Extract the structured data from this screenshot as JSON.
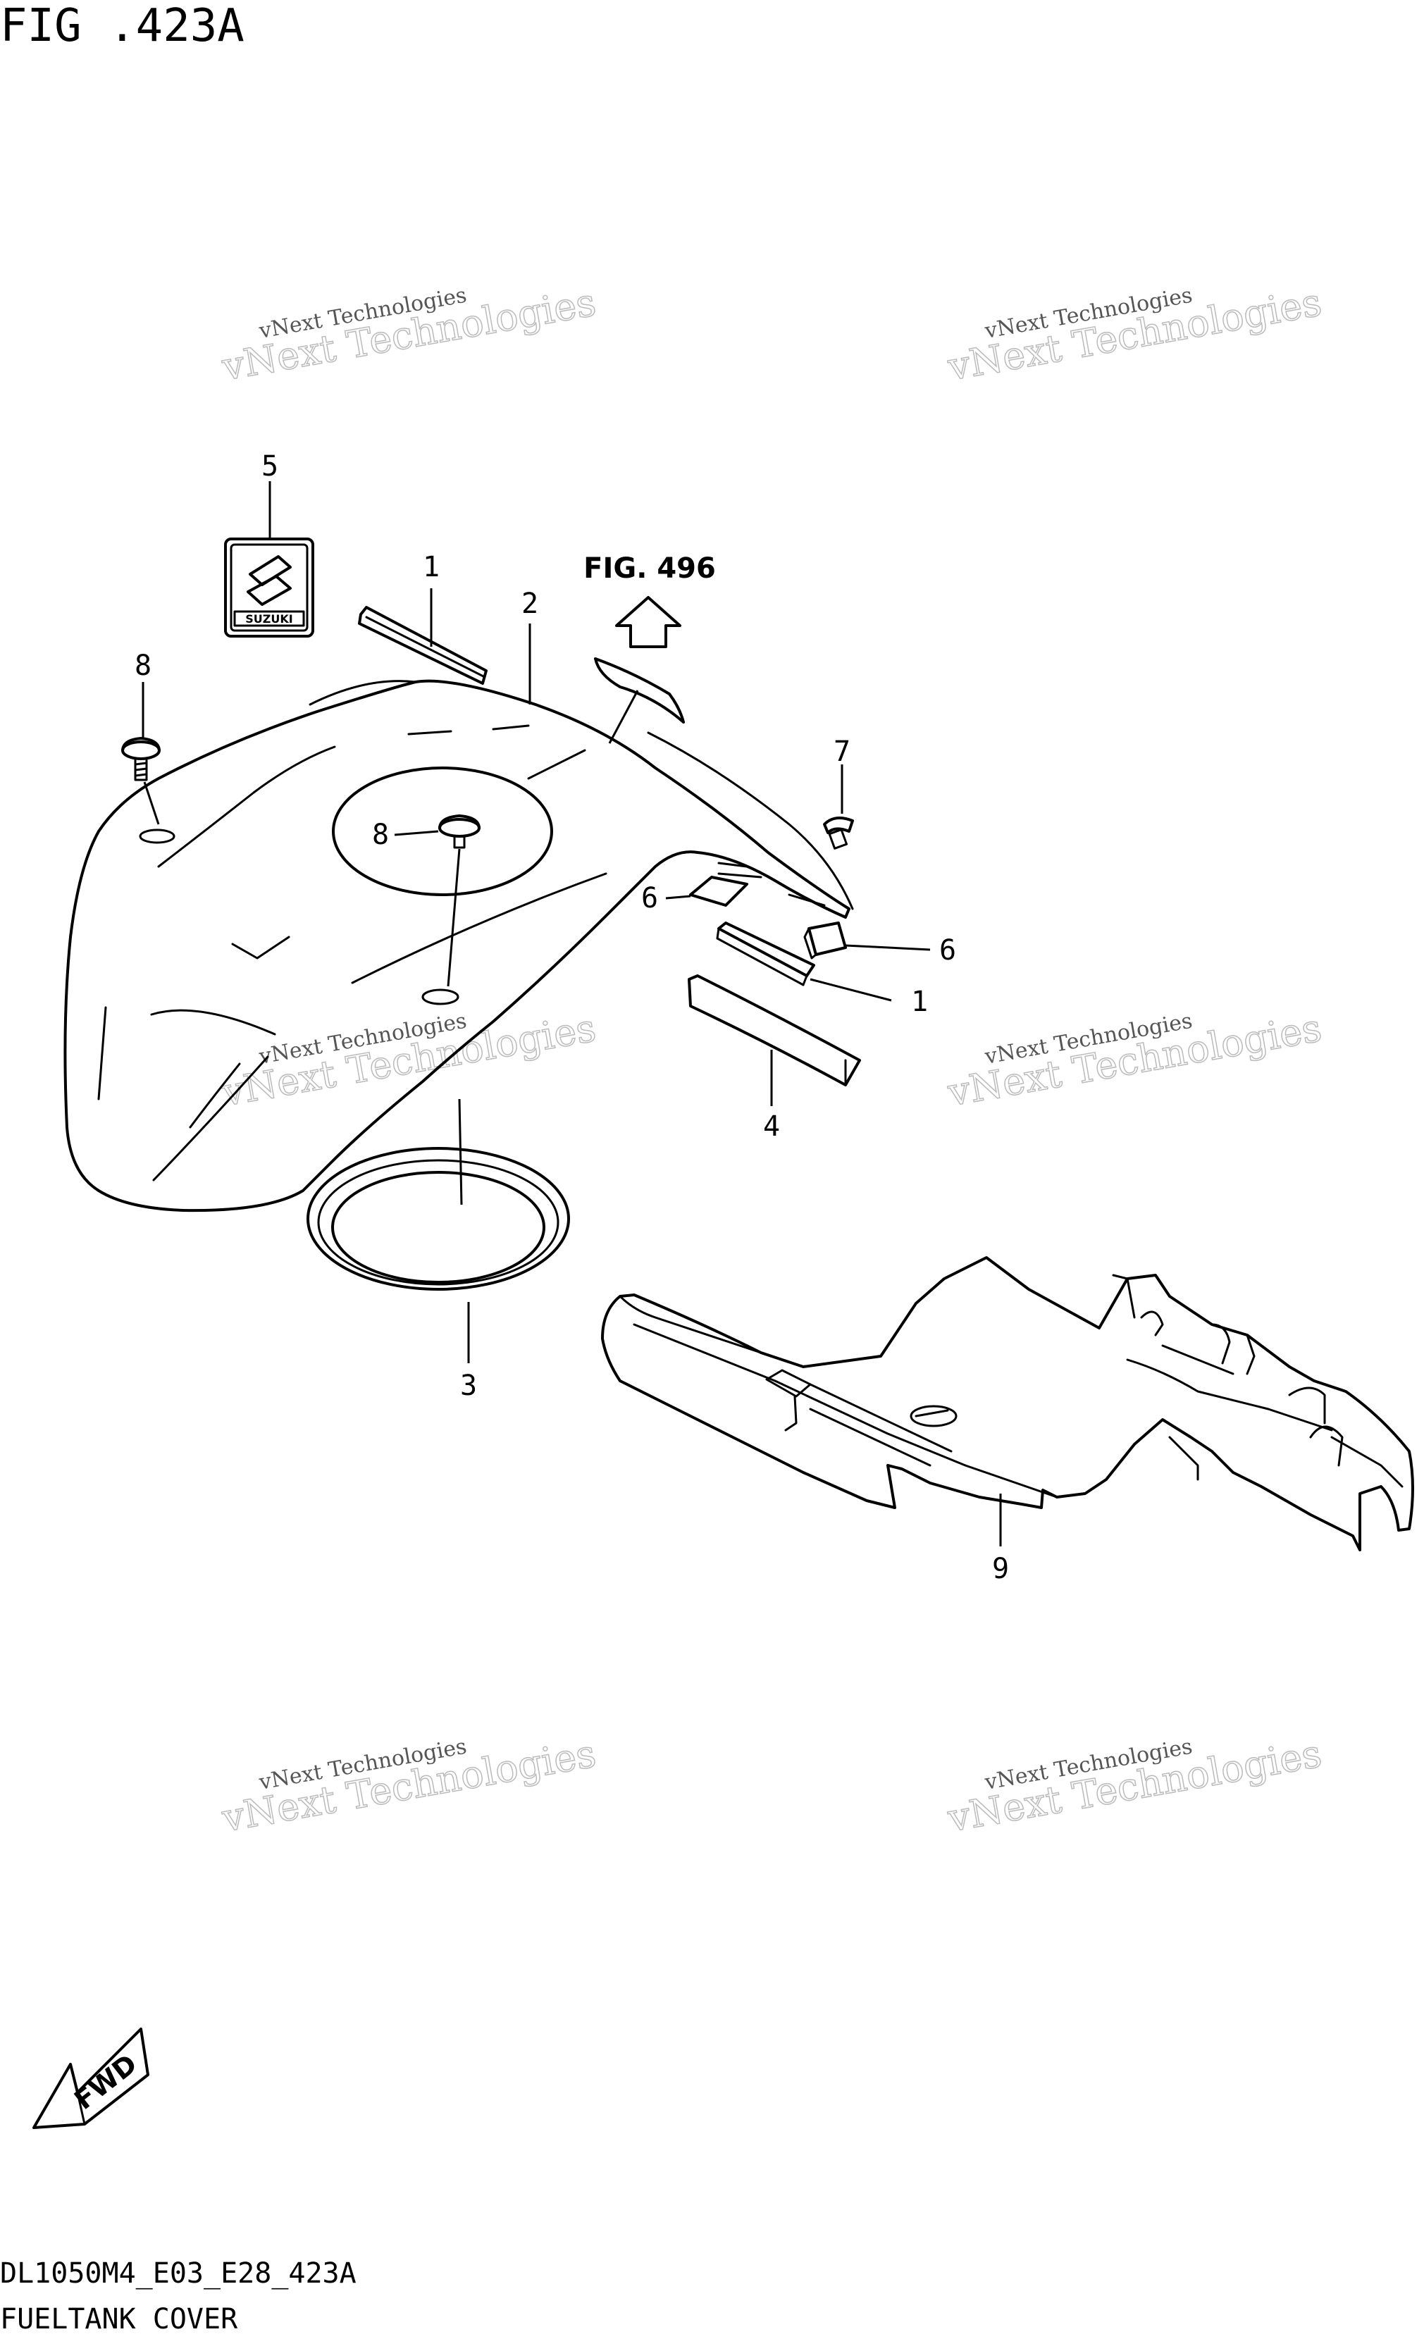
{
  "figure": {
    "title": "FIG .423A",
    "reference_label": "FIG. 496",
    "model_code": "DL1050M4_E03_E28_423A",
    "caption": "FUELTANK COVER",
    "direction_label": "FWD",
    "logo_text": "SUZUKI"
  },
  "callouts": [
    "5",
    "1",
    "2",
    "8",
    "7",
    "8",
    "6",
    "6",
    "1",
    "4",
    "3",
    "9"
  ],
  "watermarks": [
    {
      "line1": "vNext Technologies",
      "line2": "vNext Technologies"
    },
    {
      "line1": "vNext Technologies",
      "line2": "vNext Technologies"
    },
    {
      "line1": "vNext Technologies",
      "line2": "vNext Technologies"
    },
    {
      "line1": "vNext Technologies",
      "line2": "vNext Technologies"
    },
    {
      "line1": "vNext Technologies",
      "line2": "vNext Technologies"
    },
    {
      "line1": "vNext Technologies",
      "line2": "vNext Technologies"
    }
  ]
}
